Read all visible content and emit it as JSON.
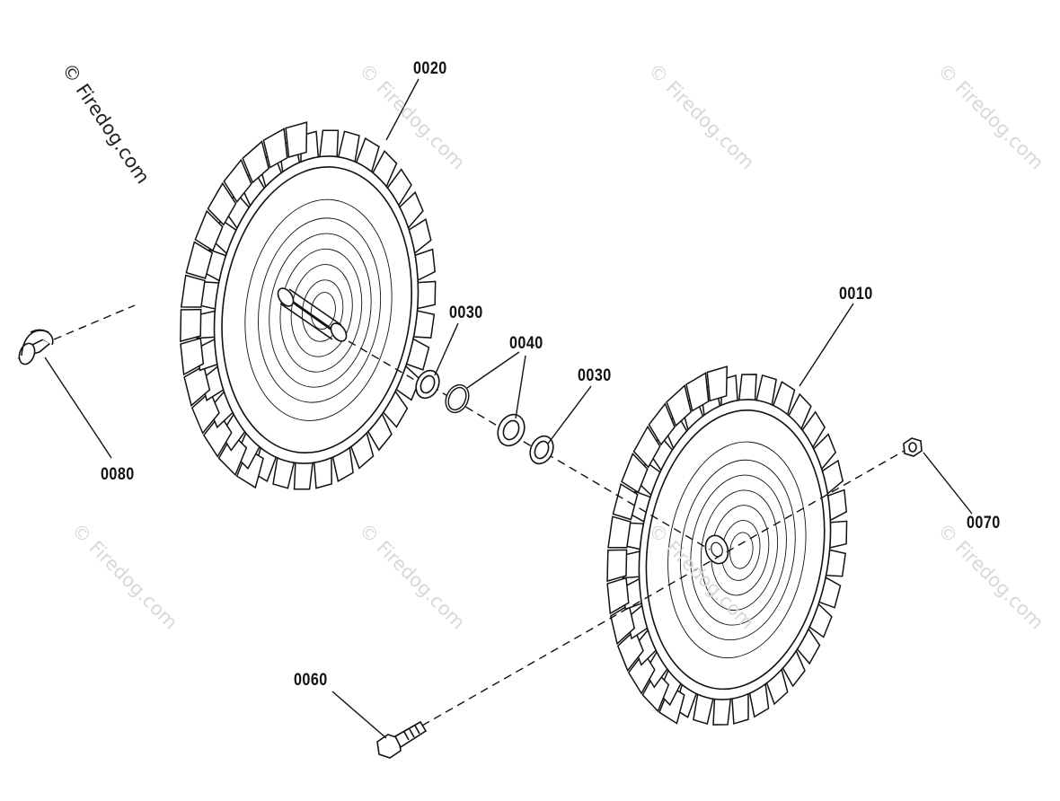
{
  "watermark": "© Firedog.com",
  "parts": {
    "p0010": "0010",
    "p0020": "0020",
    "p0030_a": "0030",
    "p0030_b": "0030",
    "p0040": "0040",
    "p0060": "0060",
    "p0070": "0070",
    "p0080": "0080"
  },
  "colors": {
    "line": "#111111",
    "watermark": "#d8d8d8"
  }
}
